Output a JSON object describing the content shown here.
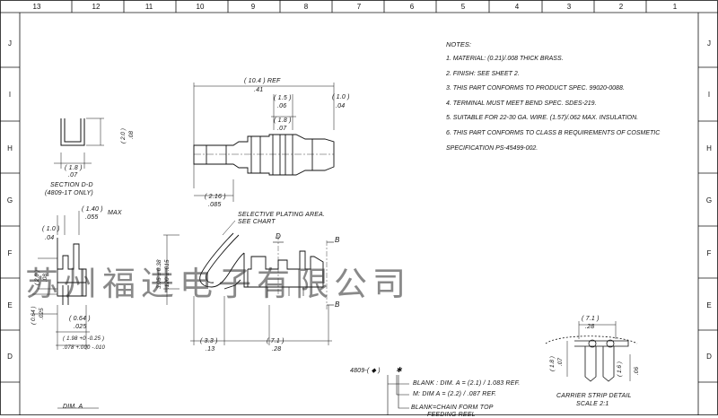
{
  "grid": {
    "columns": [
      "13",
      "12",
      "11",
      "10",
      "9",
      "8",
      "7",
      "6",
      "5",
      "4",
      "3",
      "2",
      "1"
    ],
    "rows": [
      "J",
      "I",
      "H",
      "G",
      "F",
      "E",
      "D"
    ]
  },
  "notes": {
    "title": "NOTES:",
    "items": [
      "1.  MATERIAL: (0.21)/.008 THICK BRASS.",
      "2.  FINISH: SEE SHEET 2.",
      "3.  THIS PART CONFORMS TO PRODUCT SPEC. 99020-0088.",
      "4.  TERMINAL MUST MEET BEND SPEC. SDES-219.",
      "5.  SUITABLE FOR 22-30 GA. WIRE. (1.57)/.062 MAX. INSULATION.",
      "6.  THIS PART CONFORMS TO CLASS B REQUIREMENTS OF COSMETIC",
      "      SPECIFICATION PS-45499-002."
    ]
  },
  "section_dd": {
    "title": "SECTION D-D",
    "subtitle": "(4809-1T ONLY)",
    "dim_h_mm": "( 1.8 )",
    "dim_h_in": ".07",
    "dim_v_mm": "( 2.0 )",
    "dim_v_in": ".08"
  },
  "top_view": {
    "ref_mm": "( 10.4 ) REF",
    "ref_in": ".41",
    "d1_mm": "( 1.5 )",
    "d1_in": ".06",
    "d2_mm": "( 1.8 )",
    "d2_in": ".07",
    "d3_mm": "( 1.0 )",
    "d3_in": ".04",
    "d4_mm": "( 2.16 )",
    "d4_in": ".085"
  },
  "side_view": {
    "plating_note_1": "SELECTIVE PLATING AREA.",
    "plating_note_2": "SEE CHART",
    "d_label": "D",
    "b_label": "B",
    "height_mm": "3.05 ± 0.38",
    "height_in": ".120 ± .015",
    "d33_mm": "( 3.3 )",
    "d33_in": ".13",
    "d71_mm": "( 7.1 )",
    "d71_in": ".28"
  },
  "end_view": {
    "a_mm": "( 1.0 )",
    "a_in": ".04",
    "b_mm": "( 1.40 )",
    "b_in": ".055",
    "max": "MAX",
    "c_mm": "( 2.0 )",
    "c_in": ".08",
    "e_mm": "( 0.64 )",
    "e_in": ".025",
    "f_mm": "( 0.64 )",
    "f_in": ".025",
    "g_mm": "( 1.98 +0 -0.25 )",
    "g_in": ".078 +.000 -.010"
  },
  "part_number": {
    "base": "4809-( ◆ )",
    "star": "✱",
    "blank_line": "BLANK : DIM. A = (2.1) / 1.083 REF.",
    "m_line": "M: DIM A = (2.2) / .087 REF.",
    "chain_line": "BLANK=CHAIN FORM TOP",
    "chain_line2": "FEEDING REEL"
  },
  "carrier_strip": {
    "title": "CARRIER STRIP DETAIL",
    "scale": "SCALE 2:1",
    "d1_mm": "( 7.1 )",
    "d1_in": ".28",
    "d2_mm": "( 1.8 )",
    "d2_in": ".07",
    "d3_mm": "( 1.6 )",
    "d3_in": ".06"
  },
  "dim_a_label": "DIM. A",
  "watermark": "苏州福进电子有限公司"
}
